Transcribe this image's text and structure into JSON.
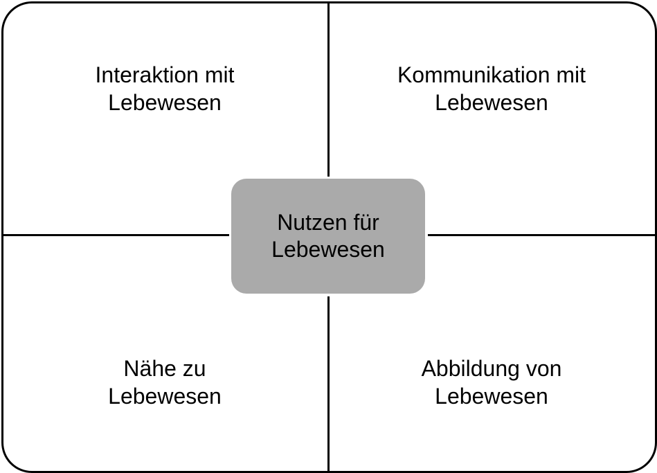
{
  "center": {
    "line1": "Nutzen für",
    "line2": "Lebewesen"
  },
  "quadrants": {
    "top_left": {
      "line1": "Interaktion mit",
      "line2": "Lebewesen"
    },
    "top_right": {
      "line1": "Kommunikation mit",
      "line2": "Lebewesen"
    },
    "bottom_left": {
      "line1": "Nähe zu",
      "line2": "Lebewesen"
    },
    "bottom_right": {
      "line1": "Abbildung von",
      "line2": "Lebewesen"
    }
  },
  "colors": {
    "center_fill": "#aaaaaa",
    "stroke": "#000000",
    "background": "#ffffff"
  }
}
